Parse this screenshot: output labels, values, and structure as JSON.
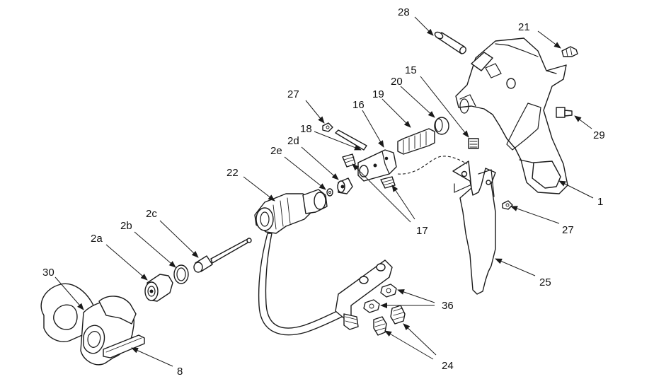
{
  "diagram": {
    "callouts": [
      {
        "id": "c-28",
        "label": "28"
      },
      {
        "id": "c-21",
        "label": "21"
      },
      {
        "id": "c-15",
        "label": "15"
      },
      {
        "id": "c-19",
        "label": "19"
      },
      {
        "id": "c-20",
        "label": "20"
      },
      {
        "id": "c-27a",
        "label": "27"
      },
      {
        "id": "c-16",
        "label": "16"
      },
      {
        "id": "c-18",
        "label": "18"
      },
      {
        "id": "c-2d",
        "label": "2d"
      },
      {
        "id": "c-2e",
        "label": "2e"
      },
      {
        "id": "c-29",
        "label": "29"
      },
      {
        "id": "c-22",
        "label": "22"
      },
      {
        "id": "c-1",
        "label": "1"
      },
      {
        "id": "c-27b",
        "label": "27"
      },
      {
        "id": "c-17",
        "label": "17"
      },
      {
        "id": "c-2c",
        "label": "2c"
      },
      {
        "id": "c-2b",
        "label": "2b"
      },
      {
        "id": "c-2a",
        "label": "2a"
      },
      {
        "id": "c-30",
        "label": "30"
      },
      {
        "id": "c-25",
        "label": "25"
      },
      {
        "id": "c-36",
        "label": "36"
      },
      {
        "id": "c-8",
        "label": "8"
      },
      {
        "id": "c-24",
        "label": "24"
      }
    ]
  },
  "colors": {
    "ink": "#1a1a1a",
    "background": "#ffffff"
  }
}
